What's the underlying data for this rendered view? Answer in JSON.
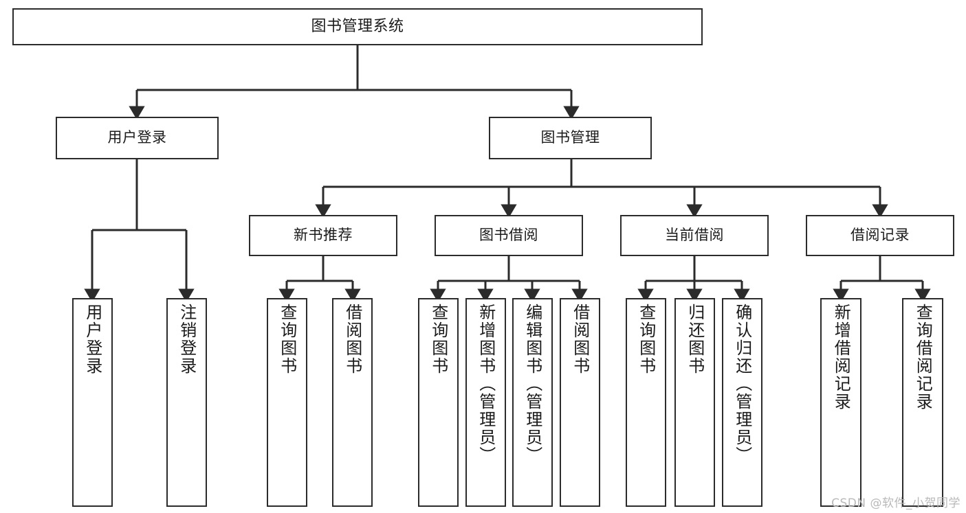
{
  "diagram": {
    "title": "图书管理系统",
    "type": "tree-hierarchy",
    "stroke_color": "#2b2b2b",
    "text_color": "#1a1a1a",
    "background_color": "#ffffff"
  },
  "nodes": {
    "root": {
      "label": "图书管理系统"
    },
    "level2": [
      {
        "id": "user-login",
        "label": "用户登录"
      },
      {
        "id": "book-manage",
        "label": "图书管理"
      }
    ],
    "level3": [
      {
        "id": "new-book-recommend",
        "label": "新书推荐"
      },
      {
        "id": "book-borrow",
        "label": "图书借阅"
      },
      {
        "id": "current-borrow",
        "label": "当前借阅"
      },
      {
        "id": "borrow-record",
        "label": "借阅记录"
      }
    ],
    "leaves": [
      {
        "id": "leaf-user-login",
        "label": "用户登录",
        "parent": "user-login"
      },
      {
        "id": "leaf-logout",
        "label": "注销登录",
        "parent": "user-login"
      },
      {
        "id": "leaf-query-book-1",
        "label": "查询图书",
        "parent": "new-book-recommend"
      },
      {
        "id": "leaf-borrow-book-1",
        "label": "借阅图书",
        "parent": "new-book-recommend"
      },
      {
        "id": "leaf-query-book-2",
        "label": "查询图书",
        "parent": "book-borrow"
      },
      {
        "id": "leaf-add-book",
        "label": "新增图书（管理员）",
        "parent": "book-borrow"
      },
      {
        "id": "leaf-edit-book",
        "label": "编辑图书（管理员）",
        "parent": "book-borrow"
      },
      {
        "id": "leaf-borrow-book-2",
        "label": "借阅图书",
        "parent": "book-borrow"
      },
      {
        "id": "leaf-query-book-3",
        "label": "查询图书",
        "parent": "current-borrow"
      },
      {
        "id": "leaf-return-book",
        "label": "归还图书",
        "parent": "current-borrow"
      },
      {
        "id": "leaf-confirm-return",
        "label": "确认归还（管理员）",
        "parent": "current-borrow"
      },
      {
        "id": "leaf-add-record",
        "label": "新增借阅记录",
        "parent": "borrow-record"
      },
      {
        "id": "leaf-query-record",
        "label": "查询借阅记录",
        "parent": "borrow-record"
      }
    ]
  },
  "watermark": {
    "text": "CSDN @软件_小贺同学"
  }
}
